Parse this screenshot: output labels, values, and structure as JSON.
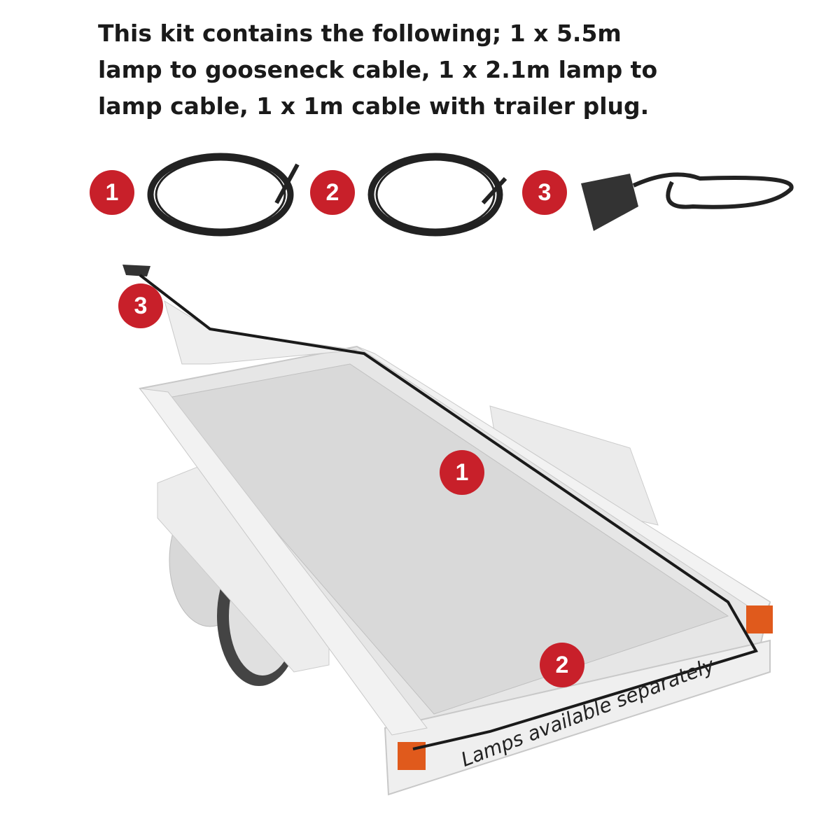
{
  "headline": {
    "lines": [
      "This kit contains the following; 1 x 5.5m",
      "lamp to gooseneck cable, 1 x 2.1m lamp to",
      "lamp cable, 1 x 1m cable with trailer plug."
    ]
  },
  "kit_items": [
    {
      "number": "1",
      "icon": "coiled-cable-icon"
    },
    {
      "number": "2",
      "icon": "coiled-cable-icon"
    },
    {
      "number": "3",
      "icon": "trailer-plug-cable-icon"
    }
  ],
  "diagram_labels": [
    "3",
    "1",
    "2"
  ],
  "note": "Lamps available separately",
  "colors": {
    "badge": "#c8202a",
    "cable": "#1a1a1a",
    "trailer": "#e4e4e4"
  }
}
